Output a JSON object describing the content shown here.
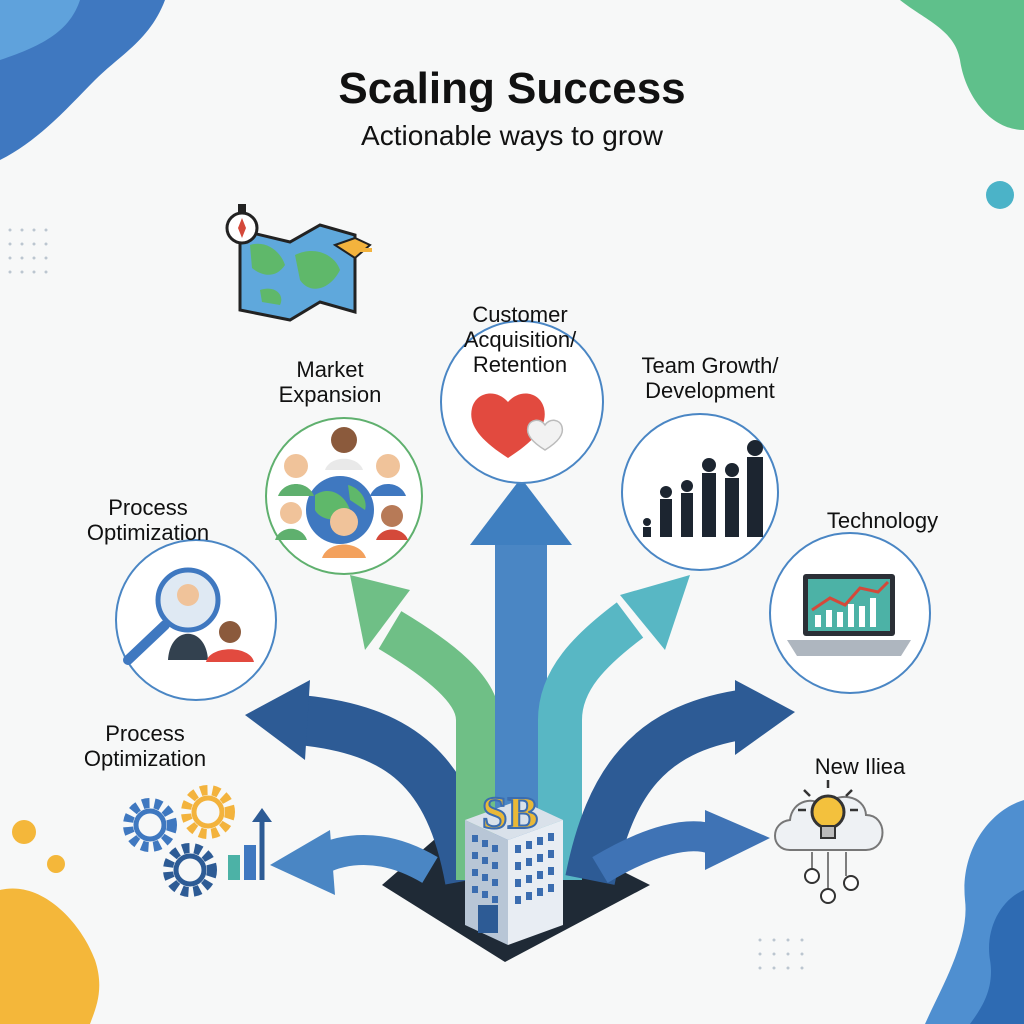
{
  "header": {
    "title": "Scaling Success",
    "subtitle": "Actionable ways to grow"
  },
  "branches": [
    {
      "id": "market",
      "line1": "Market",
      "line2": "Expansion",
      "icon": "people-globe-icon"
    },
    {
      "id": "customer",
      "line1": "Customer",
      "line2": "Acquisition/",
      "line3": "Retention",
      "icon": "heart-icon"
    },
    {
      "id": "team",
      "line1": "Team Growth/",
      "line2": "Development",
      "icon": "team-silhouettes-icon"
    },
    {
      "id": "technology",
      "line1": "Technology",
      "icon": "laptop-chart-icon"
    },
    {
      "id": "process_top",
      "line1": "Process",
      "line2": "Optimization",
      "icon": "magnifier-people-icon"
    },
    {
      "id": "process_bottom",
      "line1": "Process",
      "line2": "Optimization",
      "icon": "gears-chart-icon"
    },
    {
      "id": "new_idea",
      "line1": "New Iliea",
      "icon": "lightbulb-cloud-icon"
    }
  ],
  "center": {
    "logo_text": "SB",
    "icon": "office-building-icon"
  },
  "decor": {
    "map_icon": "world-map-compass-icon"
  },
  "colors": {
    "blue_dark": "#2d5b95",
    "blue_mid": "#4a86c4",
    "green": "#6fbf86",
    "teal": "#58b7c4",
    "orange": "#f3b33d",
    "bg": "#f7f8f8"
  }
}
